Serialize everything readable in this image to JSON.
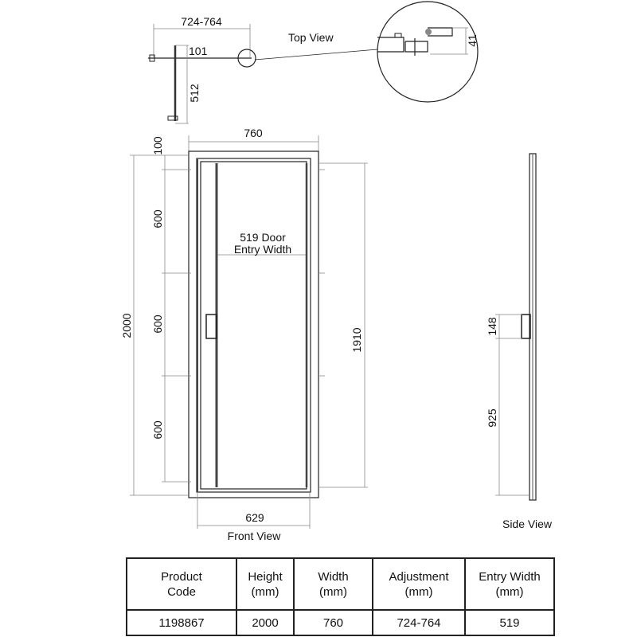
{
  "top_view": {
    "title": "Top View",
    "adjustment_dim": "724-764",
    "return_offset_dim": "101",
    "return_length_dim": "512",
    "detail_dim": "41"
  },
  "front_view": {
    "title": "Front View",
    "width_dim": "760",
    "height_dim": "2000",
    "top_offset_dim": "100",
    "section_dims": [
      "600",
      "600",
      "600"
    ],
    "inner_height_dim": "1910",
    "bottom_width_dim": "629",
    "entry_width_line1": "519 Door",
    "entry_width_line2": "Entry Width"
  },
  "side_view": {
    "title": "Side View",
    "handle_dim": "148",
    "handle_height_dim": "925"
  },
  "spec_table": {
    "headers": [
      [
        "Product",
        "Code"
      ],
      [
        "Height",
        "(mm)"
      ],
      [
        "Width",
        "(mm)"
      ],
      [
        "Adjustment",
        "(mm)"
      ],
      [
        "Entry Width",
        "(mm)"
      ]
    ],
    "row": [
      "1198867",
      "2000",
      "760",
      "724-764",
      "519"
    ]
  }
}
